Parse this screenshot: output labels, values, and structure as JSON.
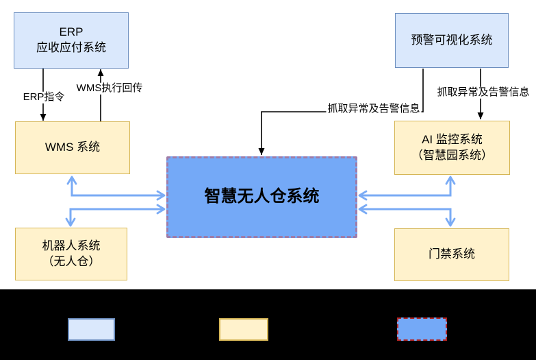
{
  "canvas": {
    "background": "#ffffff",
    "footer_background": "#000000"
  },
  "nodes": {
    "erp": {
      "line1": "ERP",
      "line2": "应收应付系统"
    },
    "warning_viz": {
      "label": "预警可视化系统"
    },
    "wms": {
      "label": "WMS 系统"
    },
    "ai_monitor": {
      "line1": "AI 监控系统",
      "line2": "（智慧园系统）"
    },
    "smart_warehouse": {
      "label": "智慧无人仓系统"
    },
    "robot": {
      "line1": "机器人系统",
      "line2": "（无人仓）"
    },
    "door_access": {
      "label": "门禁系统"
    }
  },
  "edges": {
    "erp_to_wms_label": "ERP指令",
    "wms_to_erp_label": "WMS执行回传",
    "warn_to_warehouse_label": "抓取异常及告警信息",
    "warn_to_ai_label": "抓取异常及告警信息"
  },
  "legend": {
    "swatches": [
      {
        "name": "blue-node-swatch",
        "fill": "#dae8fc",
        "border": "#6c8ebf",
        "border_style": "solid"
      },
      {
        "name": "yellow-node-swatch",
        "fill": "#fff2cc",
        "border": "#d6b656",
        "border_style": "solid"
      },
      {
        "name": "core-system-swatch",
        "fill": "#74a9f7",
        "border": "#b02525",
        "border_style": "dashed"
      }
    ]
  },
  "colors": {
    "blue_node_fill": "#dae8fc",
    "blue_node_border": "#6c8ebf",
    "yellow_node_fill": "#fff2cc",
    "yellow_node_border": "#d6b656",
    "core_fill": "#74a9f7",
    "core_border": "#9e7ca8",
    "connector_black": "#000000",
    "connector_blue": "#7aabf5"
  }
}
